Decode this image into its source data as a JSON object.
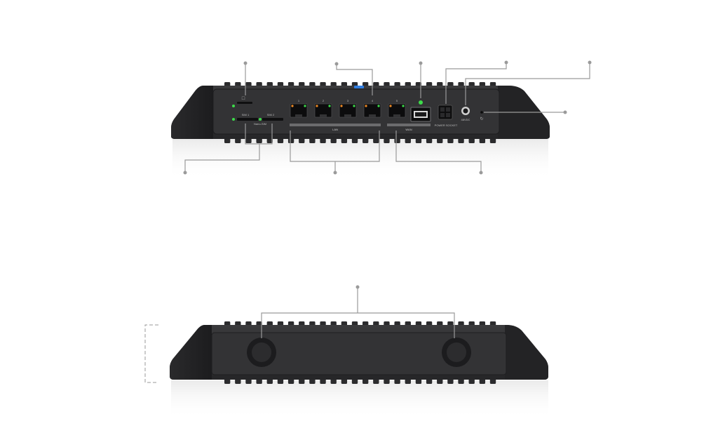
{
  "colors": {
    "chassis": "#2e2e30",
    "chassis_dark": "#1f1f21",
    "panel": "#3a3a3c",
    "leader": "#9a9a9a",
    "led_green": "#3ddc4a",
    "led_orange": "#f08a24",
    "led_blue": "#2f7de1",
    "background": "#ffffff"
  },
  "front_panel": {
    "sim_labels": [
      "SIM 1",
      "SIM 2"
    ],
    "sim_group_label": "Nano-SIM",
    "port_labels": [
      "1",
      "2",
      "3",
      "4",
      "5"
    ],
    "lan_label": "LAN",
    "wan_label": "WAN",
    "power_socket_label": "POWER SOCKET",
    "dc_label": "48VDC"
  },
  "rear_panel": {
    "feet_count": 2
  },
  "icons": {
    "sd_slot": "memory-card-icon",
    "reset": "reset-icon",
    "power": "power-icon"
  }
}
